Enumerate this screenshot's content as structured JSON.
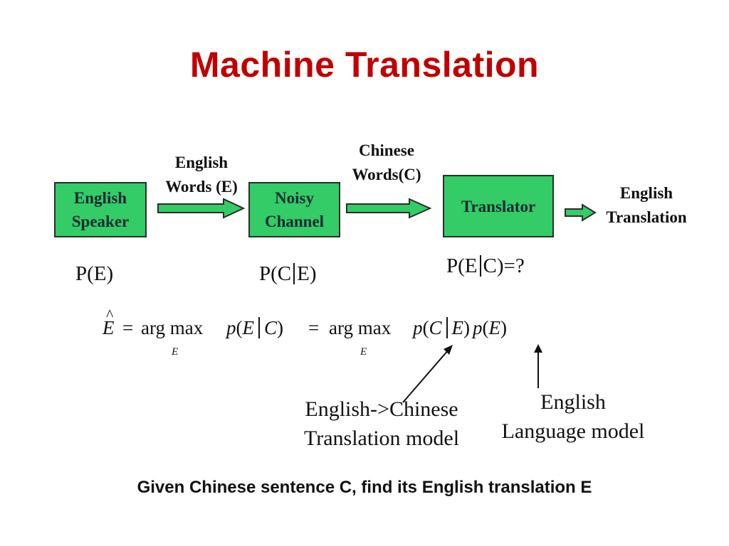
{
  "title": "Machine Translation",
  "boxes": {
    "speaker": [
      "English",
      "Speaker"
    ],
    "channel": [
      "Noisy",
      "Channel"
    ],
    "translator": [
      "Translator"
    ]
  },
  "flow_labels": {
    "english_words": [
      "English",
      "Words (E)"
    ],
    "chinese_words": [
      "Chinese",
      "Words(C)"
    ],
    "english_translation": [
      "English",
      "Translation"
    ]
  },
  "probabilities": {
    "pe_left": "P(E",
    "pe_right": ")",
    "pce_left": "P(C",
    "pce_right": "E)",
    "pec_left": "P(E",
    "pec_right": "C)=?"
  },
  "equation": {
    "ehat": "E",
    "hat": "^",
    "eq1": "=",
    "argmax1": "arg max",
    "sub1": "E",
    "p1": "p",
    "open1": "(",
    "e1": "E",
    "c1": "C",
    "close1": ")",
    "eq2": "=",
    "argmax2": "arg max",
    "sub2": "E",
    "p2": "p",
    "open2": "(",
    "c2": "C",
    "e2": "E",
    "close2": ")",
    "p3": "p",
    "open3": "(",
    "e3": "E",
    "close3": ")"
  },
  "notes": {
    "translation_model": [
      "English->Chinese",
      "Translation model"
    ],
    "language_model": [
      "English",
      "Language model"
    ]
  },
  "footer": "Given Chinese sentence C, find its English translation E"
}
